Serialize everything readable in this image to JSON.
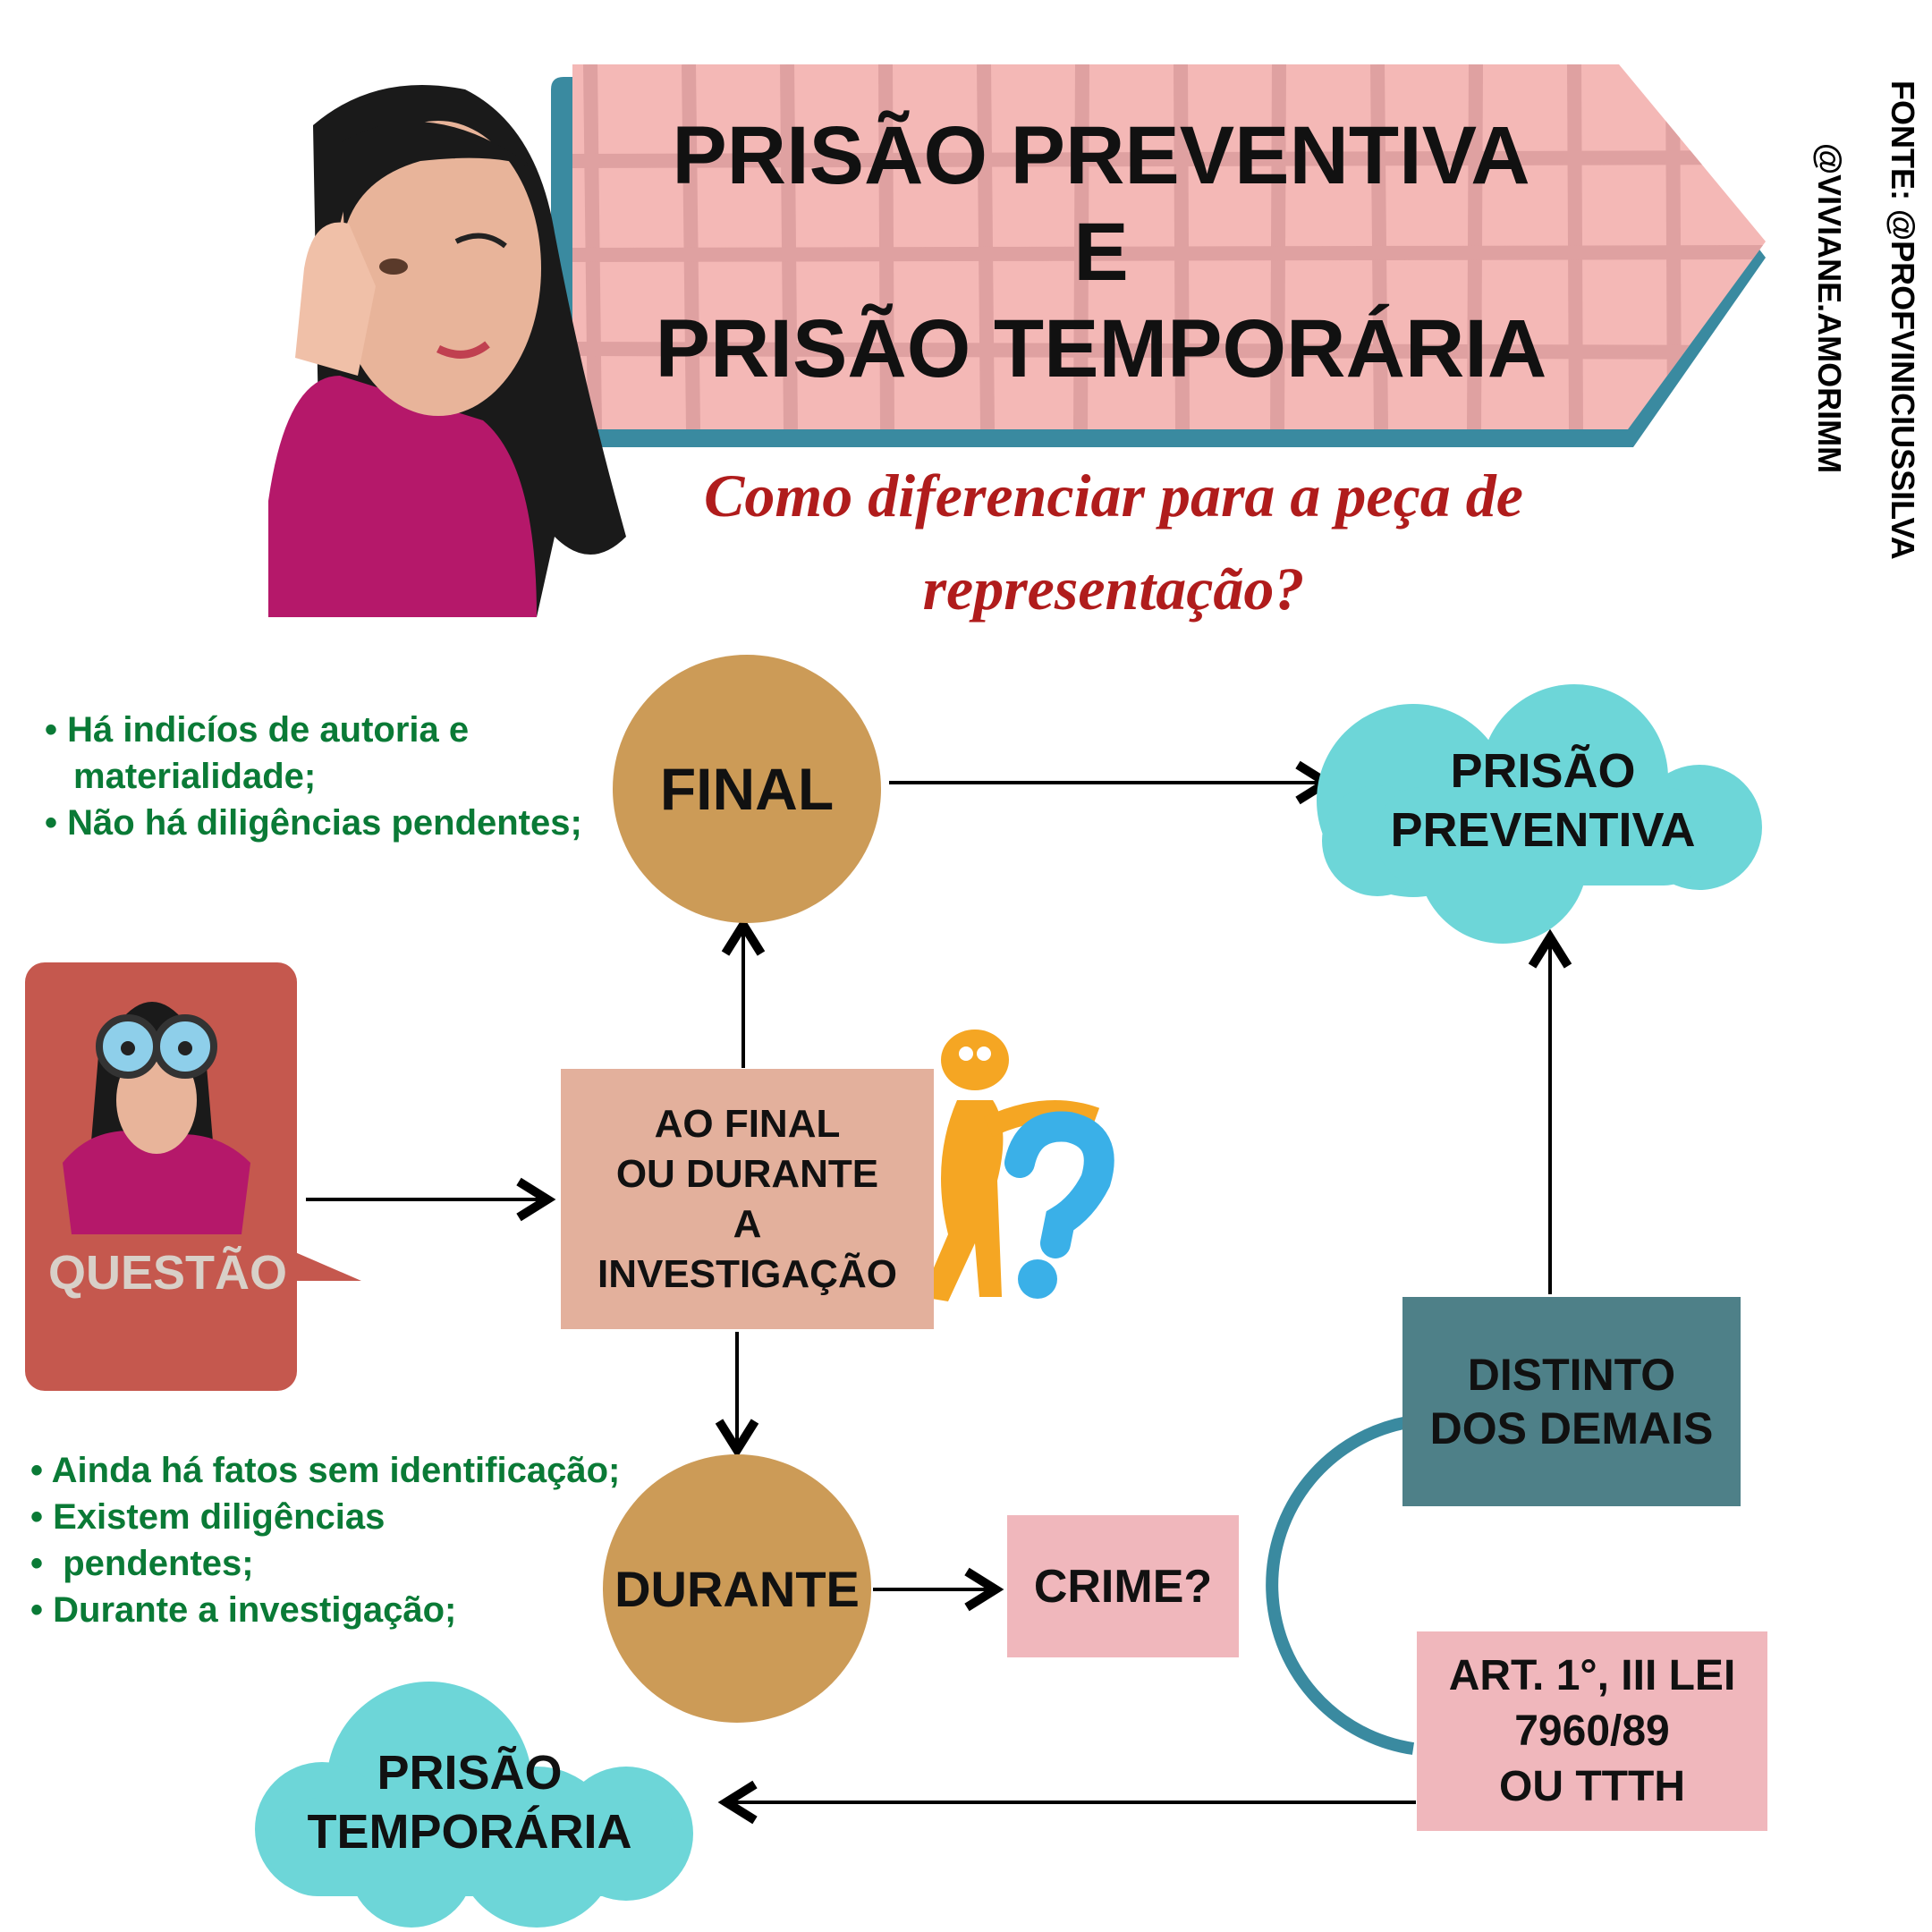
{
  "header": {
    "title_line1": "PRISÃO PREVENTIVA",
    "title_line2": "E",
    "title_line3": "PRISÃO TEMPORÁRIA",
    "subtitle_line1": "Como diferenciar para a peça de",
    "subtitle_line2": "representação?"
  },
  "credits": {
    "source": "FONTE: @PROFVINICIUSSILVA",
    "author": "@VIVIANE.AMORIMM"
  },
  "final_conditions": [
    "Há indicíos de autoria e",
    "materialidade;",
    "Não há diligências pendentes;"
  ],
  "durante_conditions": [
    "Ainda há fatos sem identificação;",
    "Existem diligências",
    " pendentes;",
    "Durante a investigação;"
  ],
  "nodes": {
    "final": "FINAL",
    "question_box": [
      "AO FINAL",
      "OU DURANTE",
      "A",
      "INVESTIGAÇÃO"
    ],
    "durante": "DURANTE",
    "crime": "CRIME?",
    "distinto": [
      "DISTINTO",
      "DOS DEMAIS"
    ],
    "art": [
      "ART. 1°, III LEI",
      "7960/89",
      "OU TTTH"
    ],
    "preventiva": [
      "PRISÃO",
      "PREVENTIVA"
    ],
    "temporaria": [
      "PRISÃO",
      "TEMPORÁRIA"
    ],
    "questao": "QUESTÃO"
  },
  "colors": {
    "banner": "#f4b8b6",
    "banner_border": "#3a8aa0",
    "circle": "#cc9b57",
    "cloud": "#6dd6d8",
    "green": "#0a7a36",
    "red": "#b01c1c",
    "questao_bg": "#c5584e",
    "investigacao_box": "#e3b09c",
    "crime_box": "#f0b7bc",
    "distinto_box": "#4e8088"
  }
}
